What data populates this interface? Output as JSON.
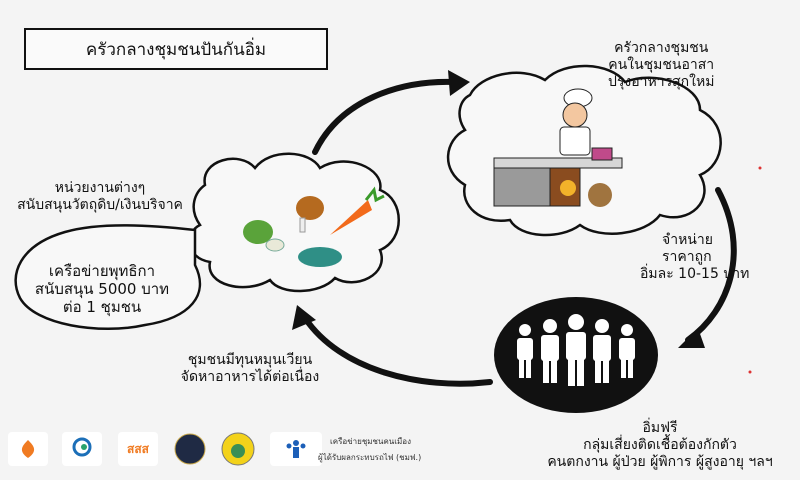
{
  "title": "ครัวกลางชุมชนปันกันอิ่ม",
  "kitchen_caption": [
    "ครัวกลางชุมชน",
    "คนในชุมชนอาสา",
    "ปรุงอาหารสุกใหม่"
  ],
  "donors_caption": [
    "หน่วยงานต่างๆ",
    "สนับสนุนวัตถุดิบ/เงินบริจาค"
  ],
  "network_bubble": [
    "เครือข่ายพุทธิกา",
    "สนับสนุน 5000 บาท",
    "ต่อ 1 ชุมชน"
  ],
  "sale_caption": [
    "จำหน่าย",
    "ราคาถูก",
    "อิ่มละ 10-15 บาท"
  ],
  "community_caption": [
    "ชุมชนมีทุนหมุนเวียน",
    "จัดหาอาหารได้ต่อเนื่อง"
  ],
  "free_caption": [
    "อิ่มฟรี",
    "กลุ่มเสี่ยงติดเชื้อต้องกักตัว",
    "คนตกงาน ผู้ป่วย ผู้พิการ ผู้สูงอายุ ฯลฯ"
  ],
  "credits": [
    "เครือข่ายชุมชนคนเมือง",
    "ผู้ได้รับผลกระทบรถไฟ (ชมฟ.)"
  ],
  "logos": [
    "buddhika-logo",
    "thai-health-foundation-logo",
    "sss-logo",
    "circle-badge-logo",
    "yellow-badge-logo",
    "people-foundation-logo"
  ],
  "logo_text": {
    "sss": "สสส"
  },
  "colors": {
    "accent_orange": "#f07b22",
    "carrot": "#f26a1b",
    "black_circle": "#111111"
  }
}
